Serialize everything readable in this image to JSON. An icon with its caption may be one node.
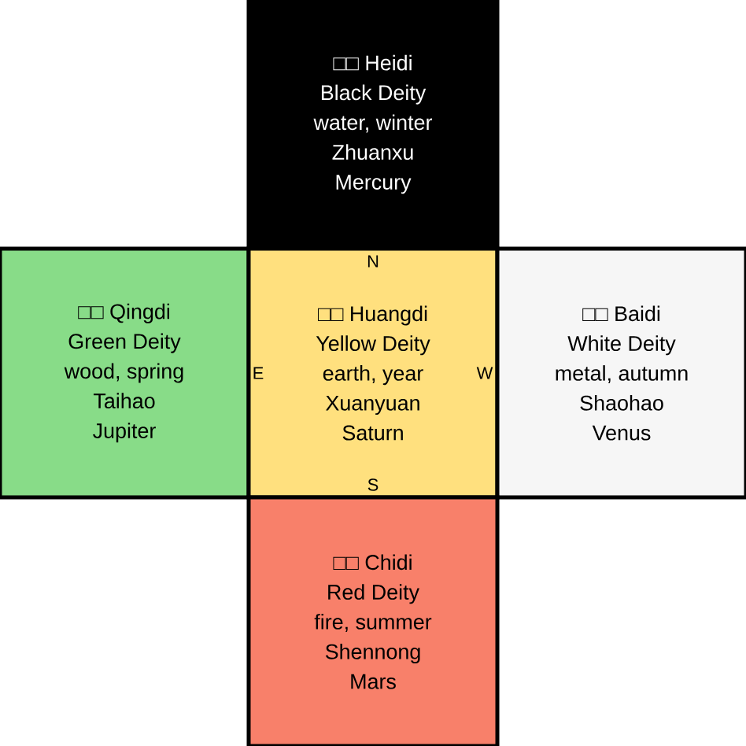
{
  "diagram": {
    "nodes": [
      {
        "text": [
          "□□ Heidi",
          "Black Deity",
          "water, winter",
          "Zhuanxu",
          "Mercury"
        ]
      },
      {
        "text": [
          "□□ Qingdi",
          "Green Deity",
          "wood, spring",
          "Taihao",
          "Jupiter"
        ]
      },
      {
        "text": [
          "□□ Huangdi",
          "Yellow Deity",
          "earth, year",
          "Xuanyuan",
          "Saturn"
        ]
      },
      {
        "text": [
          "□□ Baidi",
          "White Deity",
          "metal, autumn",
          "Shaohao",
          "Venus"
        ]
      },
      {
        "text": [
          "□□ Chidi",
          "Red Deity",
          "fire, summer",
          "Shennong",
          "Mars"
        ]
      }
    ],
    "labels": [
      "N",
      "E",
      "W",
      "S"
    ]
  }
}
